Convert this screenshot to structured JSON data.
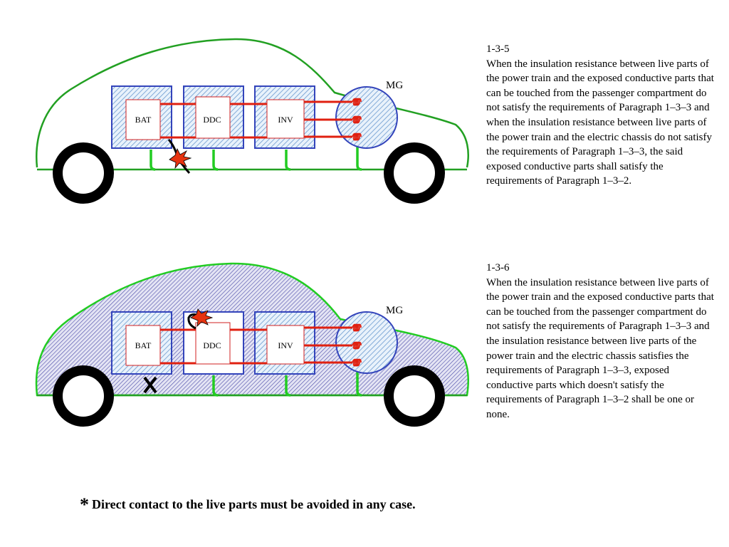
{
  "components": {
    "battery": "BAT",
    "dc_converter": "DDC",
    "inverter": "INV",
    "motor_generator": "MG"
  },
  "sections": [
    {
      "number": "1-3-5",
      "text": "When the insulation resistance between live parts of the power train and the exposed conductive parts that can be touched from the passenger compartment do not satisfy the requirements of Paragraph 1–3–3 and when the insulation resistance between live parts of the power train and the electric chassis do not satisfy the requirements of Paragraph 1–3–3, the said exposed conductive parts shall satisfy the requirements of Paragraph 1–3–2."
    },
    {
      "number": "1-3-6",
      "text": "When the insulation resistance between live parts of the power train and the exposed conductive parts that can be touched from the passenger compartment do not satisfy the requirements of Paragraph 1–3–3 and the insulation resistance between live parts of the power train and the electric chassis satisfies the requirements of Paragraph 1–3–3, exposed conductive parts which doesn't satisfy the requirements of Paragraph 1–3–2 shall be one or none."
    }
  ],
  "footnote": {
    "star": "*",
    "text": "Direct contact to the live parts must be avoided in any case."
  },
  "colors": {
    "car_outline": "#22a022",
    "ground_straps": "#22cc22",
    "module_border": "#3344bb",
    "module_hatch": "#6a9ad0",
    "cabin_hatch": "#4a4aa8",
    "cable": "#e02010",
    "wheel": "#000000",
    "spark": "#e63310"
  },
  "icons": [
    "spark-icon",
    "cross-mark-icon",
    "coil-icon"
  ]
}
